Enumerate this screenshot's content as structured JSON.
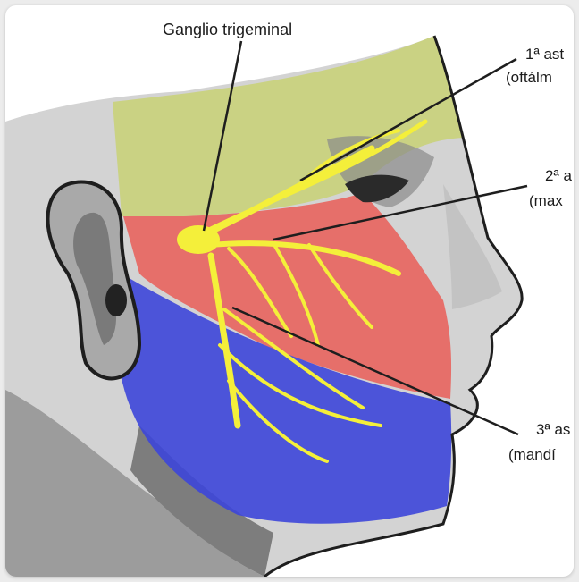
{
  "labels": {
    "ganglion": "Ganglio trigeminal",
    "branch1": "1ª ast",
    "branch1_sub": "(oftálm",
    "branch2": "2ª a",
    "branch2_sub": "(max",
    "branch3": "3ª as",
    "branch3_sub": "(mandí"
  },
  "colors": {
    "ophthalmic_region": "#c9d27a",
    "maxillary_region": "#e8645e",
    "mandibular_region": "#3d46d9",
    "nerve": "#f4ef3a",
    "skin": "#d0d0d0",
    "outline": "#1e1e1e"
  }
}
